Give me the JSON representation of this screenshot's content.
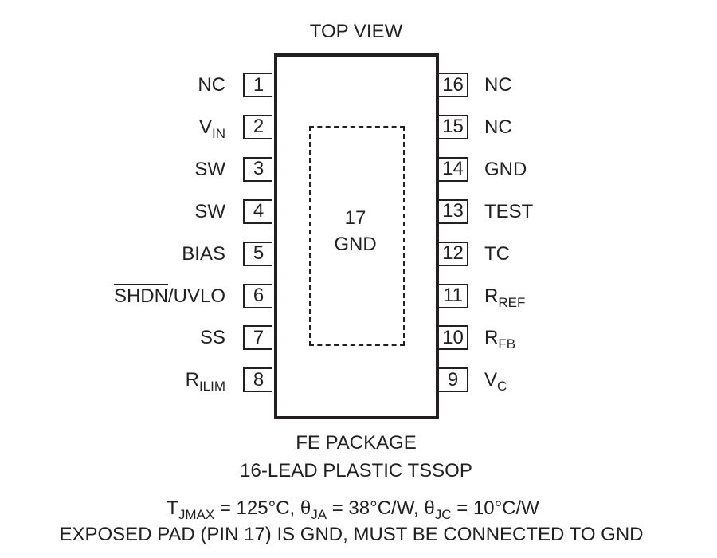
{
  "header": {
    "title": "TOP VIEW"
  },
  "exposed_pad": {
    "number": "17",
    "name": "GND"
  },
  "left_pins": [
    {
      "num": "1",
      "name": "NC",
      "sub": ""
    },
    {
      "num": "2",
      "name": "V",
      "sub": "IN"
    },
    {
      "num": "3",
      "name": "SW",
      "sub": ""
    },
    {
      "num": "4",
      "name": "SW",
      "sub": ""
    },
    {
      "num": "5",
      "name": "BIAS",
      "sub": ""
    },
    {
      "num": "6",
      "name_overline": "SHDN",
      "name": "/UVLO",
      "sub": ""
    },
    {
      "num": "7",
      "name": "SS",
      "sub": ""
    },
    {
      "num": "8",
      "name": "R",
      "sub": "ILIM"
    }
  ],
  "right_pins": [
    {
      "num": "16",
      "name": "NC",
      "sub": ""
    },
    {
      "num": "15",
      "name": "NC",
      "sub": ""
    },
    {
      "num": "14",
      "name": "GND",
      "sub": ""
    },
    {
      "num": "13",
      "name": "TEST",
      "sub": ""
    },
    {
      "num": "12",
      "name": "TC",
      "sub": ""
    },
    {
      "num": "11",
      "name": "R",
      "sub": "REF"
    },
    {
      "num": "10",
      "name": "R",
      "sub": "FB"
    },
    {
      "num": "9",
      "name": "V",
      "sub": "C"
    }
  ],
  "package": {
    "line1": "FE PACKAGE",
    "line2": "16-LEAD PLASTIC TSSOP"
  },
  "thermal": {
    "t": "T",
    "t_sub": "JMAX",
    "t_val": " = 125°C, ",
    "theta1": "θ",
    "theta1_sub": "JA",
    "theta1_val": " = 38°C/W, ",
    "theta2": "θ",
    "theta2_sub": "JC",
    "theta2_val": " = 10°C/W"
  },
  "note": "EXPOSED PAD (PIN 17) IS GND, MUST BE CONNECTED TO GND"
}
